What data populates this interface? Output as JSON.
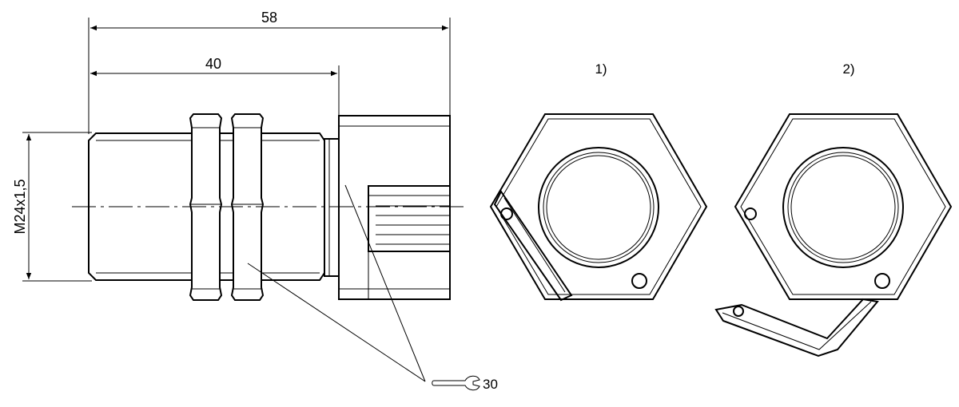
{
  "dimensions": {
    "overall_length": "58",
    "thread_length": "40",
    "thread_spec": "M24x1,5"
  },
  "views": {
    "view_1_label": "1)",
    "view_2_label": "2)"
  },
  "wrench": {
    "size": "30",
    "icon": "wrench-icon"
  }
}
